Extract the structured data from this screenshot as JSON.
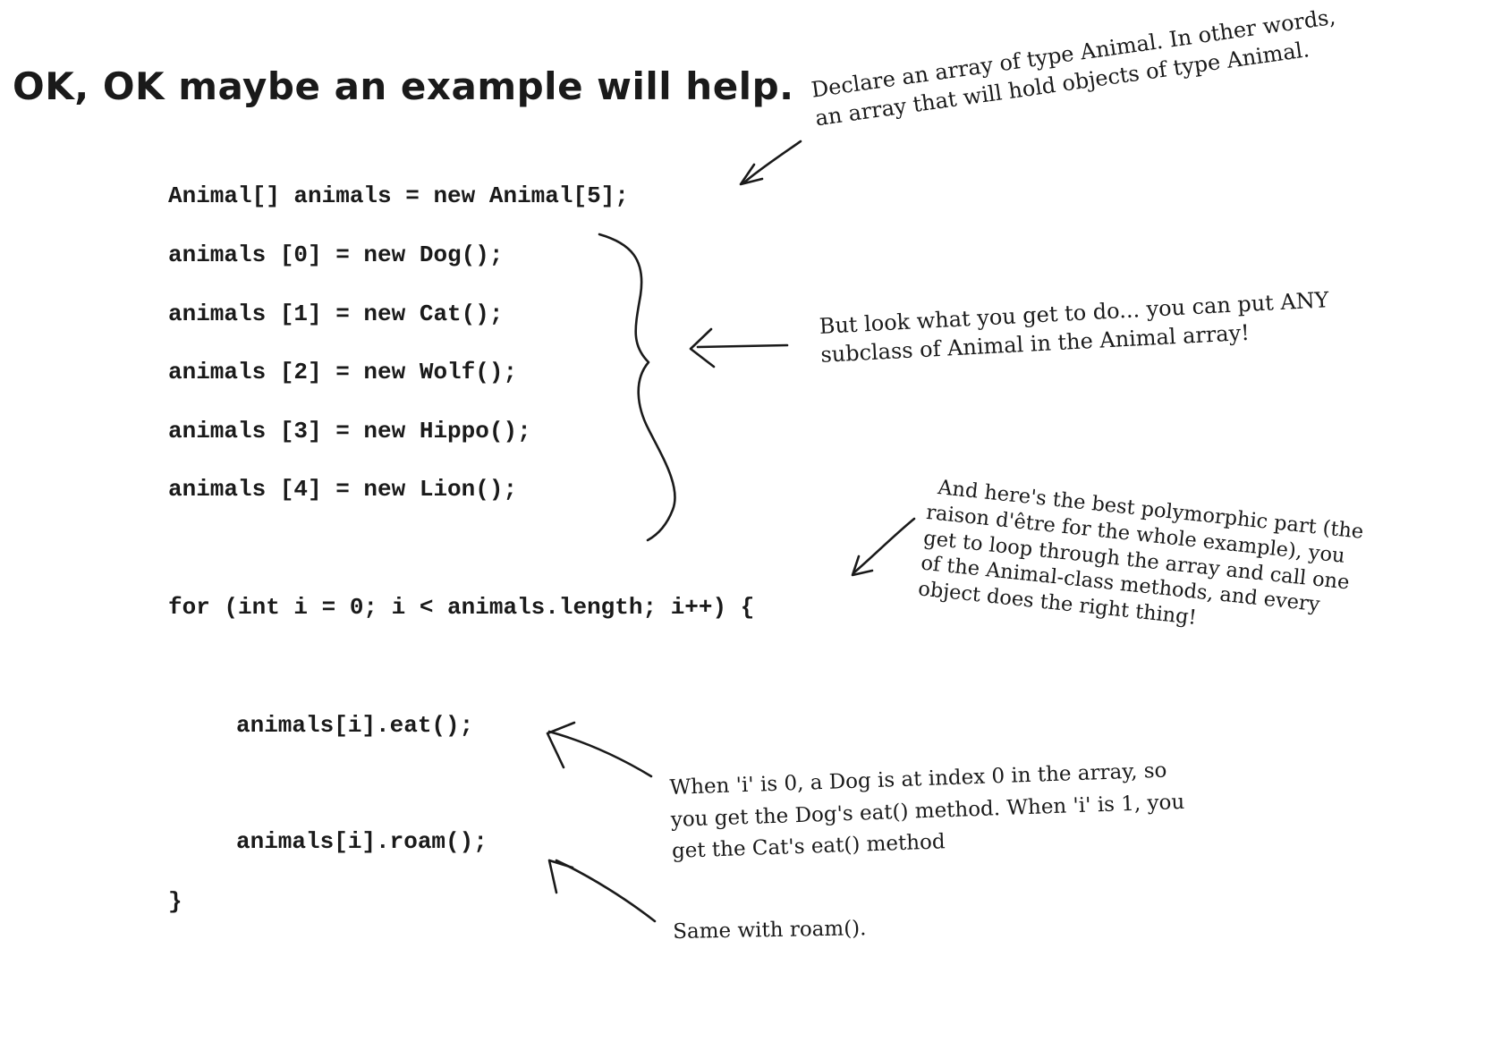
{
  "title": "OK, OK maybe an example will help.",
  "code": {
    "declaration": "Animal[] animals = new Animal[5];",
    "assignments": [
      "animals [0] = new Dog();",
      "animals [1] = new Cat();",
      "animals [2] = new Wolf();",
      "animals [3] = new Hippo();",
      "animals [4] = new Lion();"
    ],
    "loop_header": "for (int i = 0; i < animals.length; i++) {",
    "eat_call": "animals[i].eat();",
    "roam_call": "animals[i].roam();",
    "closing_brace": "}"
  },
  "annotations": {
    "declare": [
      "Declare an array of type Animal. In other words,",
      "an array that will hold objects of type Animal."
    ],
    "subclass": [
      "But look what you get to do... you can put ANY",
      "subclass of Animal in the Animal array!"
    ],
    "polymorphic": [
      "And here's the best polymorphic part (the",
      "raison d'être for the whole example), you",
      "get to loop through the array and call one",
      "of the Animal-class methods, and every",
      "object does the right thing!"
    ],
    "eat": [
      "When 'i' is 0, a Dog is at index 0 in the array, so",
      "you get the Dog's eat() method. When 'i' is 1, you",
      "get the Cat's eat() method"
    ],
    "roam": "Same with roam()."
  }
}
